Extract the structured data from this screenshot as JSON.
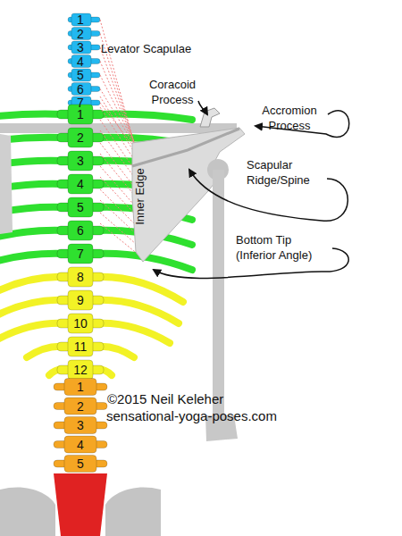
{
  "diagram": {
    "labels": [
      "Levator Scapulae",
      "1",
      "2",
      "3",
      "4",
      "5",
      "6",
      "7",
      "1",
      "2",
      "3",
      "4",
      "5",
      "6",
      "7",
      "8",
      "9",
      "10",
      "11",
      "12",
      "1",
      "2",
      "3",
      "4",
      "5",
      "Coracoid Process",
      "Accromion Process",
      "Scapular Ridge/Spine",
      "Inner Edge",
      "Bottom Tip (Inferior Angle)",
      "©2015 Neil Keleher",
      "sensational-yoga-poses.com"
    ]
  }
}
